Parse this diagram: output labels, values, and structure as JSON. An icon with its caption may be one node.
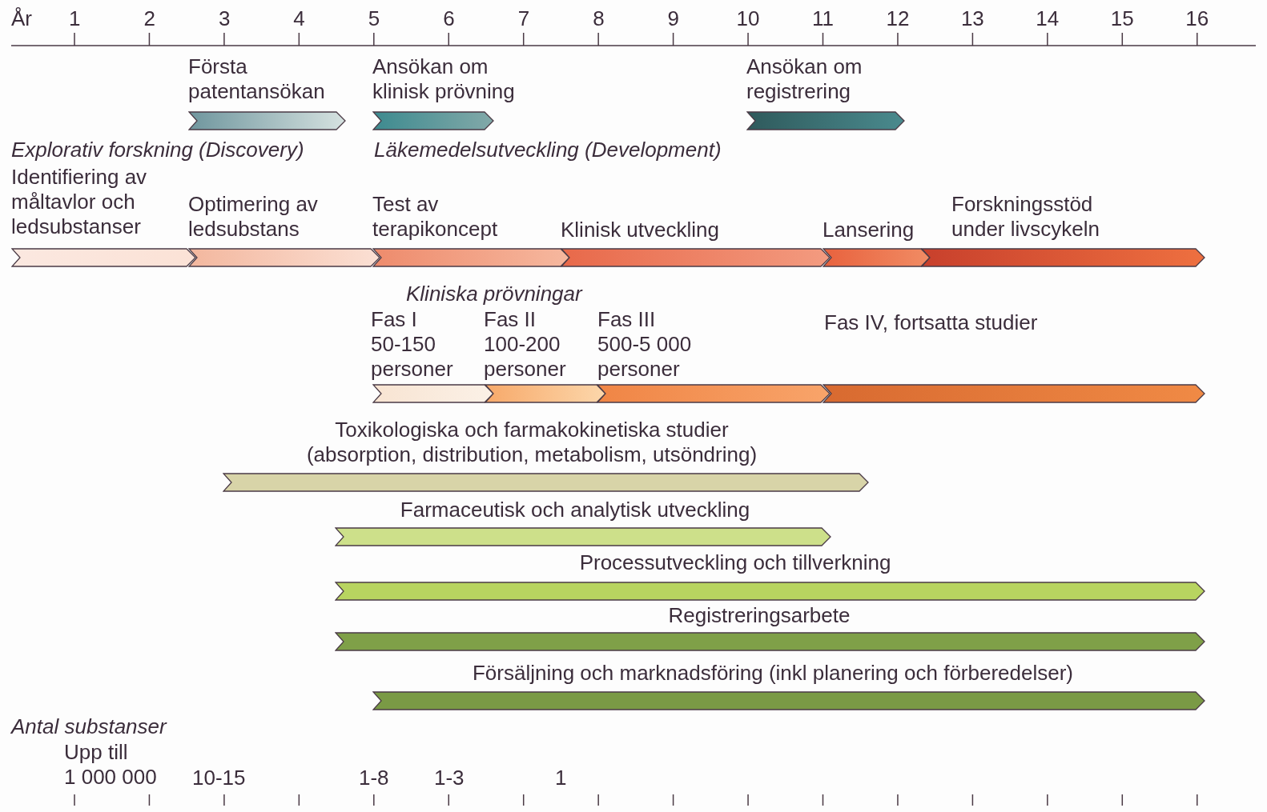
{
  "diagram": {
    "nodes": [
      {
        "text": [
          "Första patentansökan"
        ]
      },
      {
        "text": [
          "Ansökan om klinisk prövning"
        ]
      },
      {
        "text": [
          "Ansökan om registrering"
        ]
      },
      {
        "text": [
          "Identifiering av måltavlor och ledsubstanser"
        ]
      },
      {
        "text": [
          "Optimering av ledsubstans"
        ]
      },
      {
        "text": [
          "Test av terapikoncept"
        ]
      },
      {
        "text": [
          "Klinisk utveckling"
        ]
      },
      {
        "text": [
          "Lansering"
        ]
      },
      {
        "text": [
          "Forskningsstöd under livscykeln"
        ]
      },
      {
        "text": [
          "Fas I",
          "50-150 personer"
        ]
      },
      {
        "text": [
          "Fas II",
          "100-200 personer"
        ]
      },
      {
        "text": [
          "Fas III",
          "500-5 000 personer"
        ]
      },
      {
        "text": [
          "Fas IV, fortsatta studier"
        ]
      },
      {
        "text": [
          "Toxikologiska och farmakokinetiska studier (absorption, distribution, metabolism, utsöndring)"
        ]
      },
      {
        "text": [
          "Farmaceutisk och analytisk utveckling"
        ]
      },
      {
        "text": [
          "Processutveckling och tillverkning"
        ]
      },
      {
        "text": [
          "Registreringsarbete"
        ]
      },
      {
        "text": [
          "Försäljning och marknadsföring (inkl planering och förberedelser)"
        ]
      }
    ],
    "labels": [
      "År",
      "1",
      "2",
      "3",
      "4",
      "5",
      "6",
      "7",
      "8",
      "9",
      "10",
      "11",
      "12",
      "13",
      "14",
      "15",
      "16",
      "Explorativ forskning (Discovery)",
      "Läkemedelsutveckling (Development)",
      "Kliniska prövningar",
      "Antal substanser",
      "Upp till 1 000 000",
      "10-15",
      "1-8",
      "1-3",
      "1"
    ]
  }
}
